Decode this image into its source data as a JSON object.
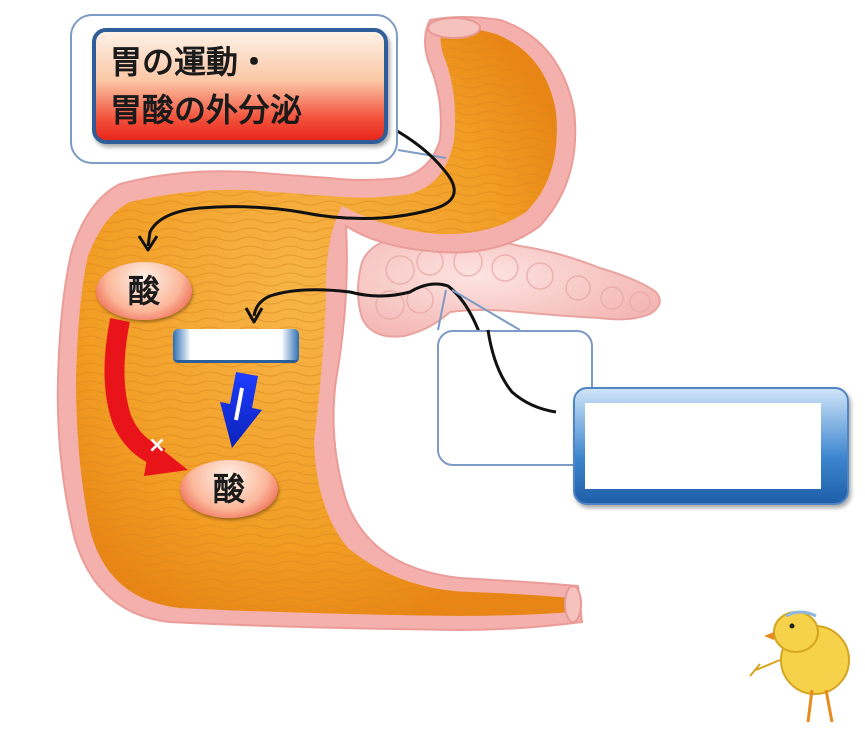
{
  "title_box": {
    "line1": "胃の運動・",
    "line2": "胃酸の外分泌"
  },
  "acid_label_top": "酸",
  "acid_label_bottom": "酸",
  "inhibit_mark": "×",
  "colors": {
    "stomach_fill": "#f3a22c",
    "stomach_wall": "#f2a3a0",
    "acid_flow_arrow": "#e8141a",
    "inhibit_arrow": "#1432d8",
    "label_frame": "#2e5d99"
  },
  "icons": {
    "mascot": "chick-mascot-icon"
  }
}
